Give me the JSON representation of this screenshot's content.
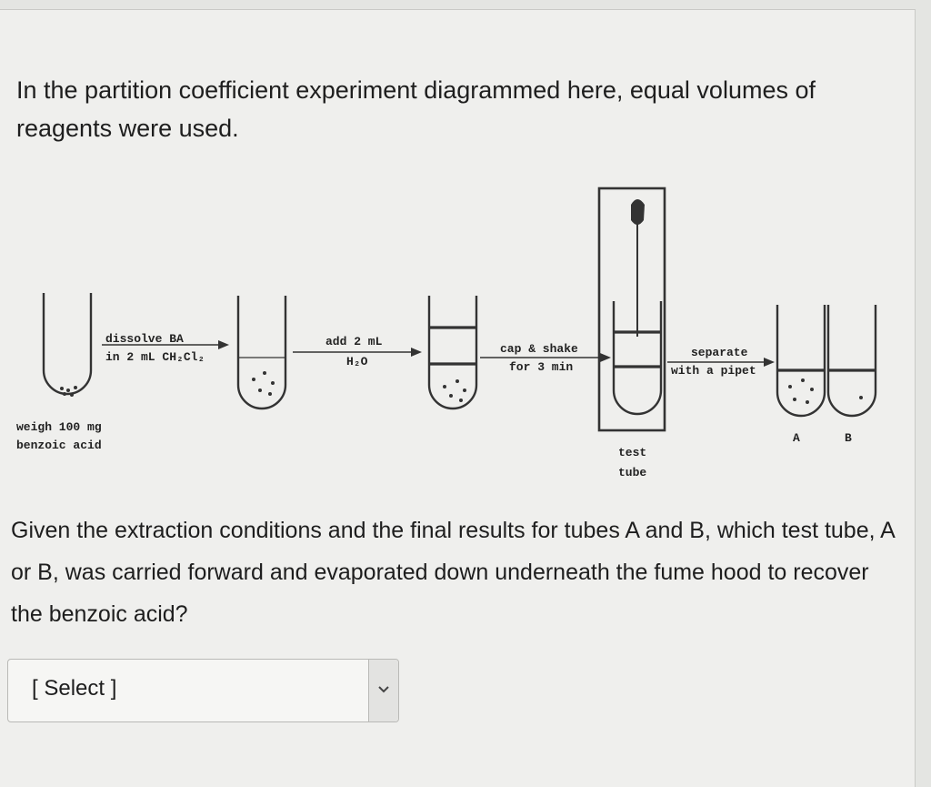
{
  "question": {
    "intro": "In the partition coefficient experiment diagrammed here, equal volumes of reagents were used.",
    "prompt": "Given the extraction conditions and the final results for tubes A and B, which test tube, A or B, was carried forward and evaporated down underneath the fume hood to recover the benzoic acid?"
  },
  "diagram": {
    "weigh_line1": "weigh 100 mg",
    "weigh_line2": "benzoic acid",
    "step1_line1": "dissolve BA",
    "step1_line2": "in 2 mL CH₂Cl₂",
    "step2_line1": "add 2 mL",
    "step2_line2": "H₂O",
    "step3_line1": "cap & shake",
    "step3_line2": "for 3 min",
    "step4_line1": "separate",
    "step4_line2": "with a pipet",
    "tube_label_line1": "test",
    "tube_label_line2": "tube",
    "label_a": "A",
    "label_b": "B"
  },
  "answer_select": {
    "selected": "[ Select ]",
    "arrow_icon": "chevron-down-icon"
  }
}
